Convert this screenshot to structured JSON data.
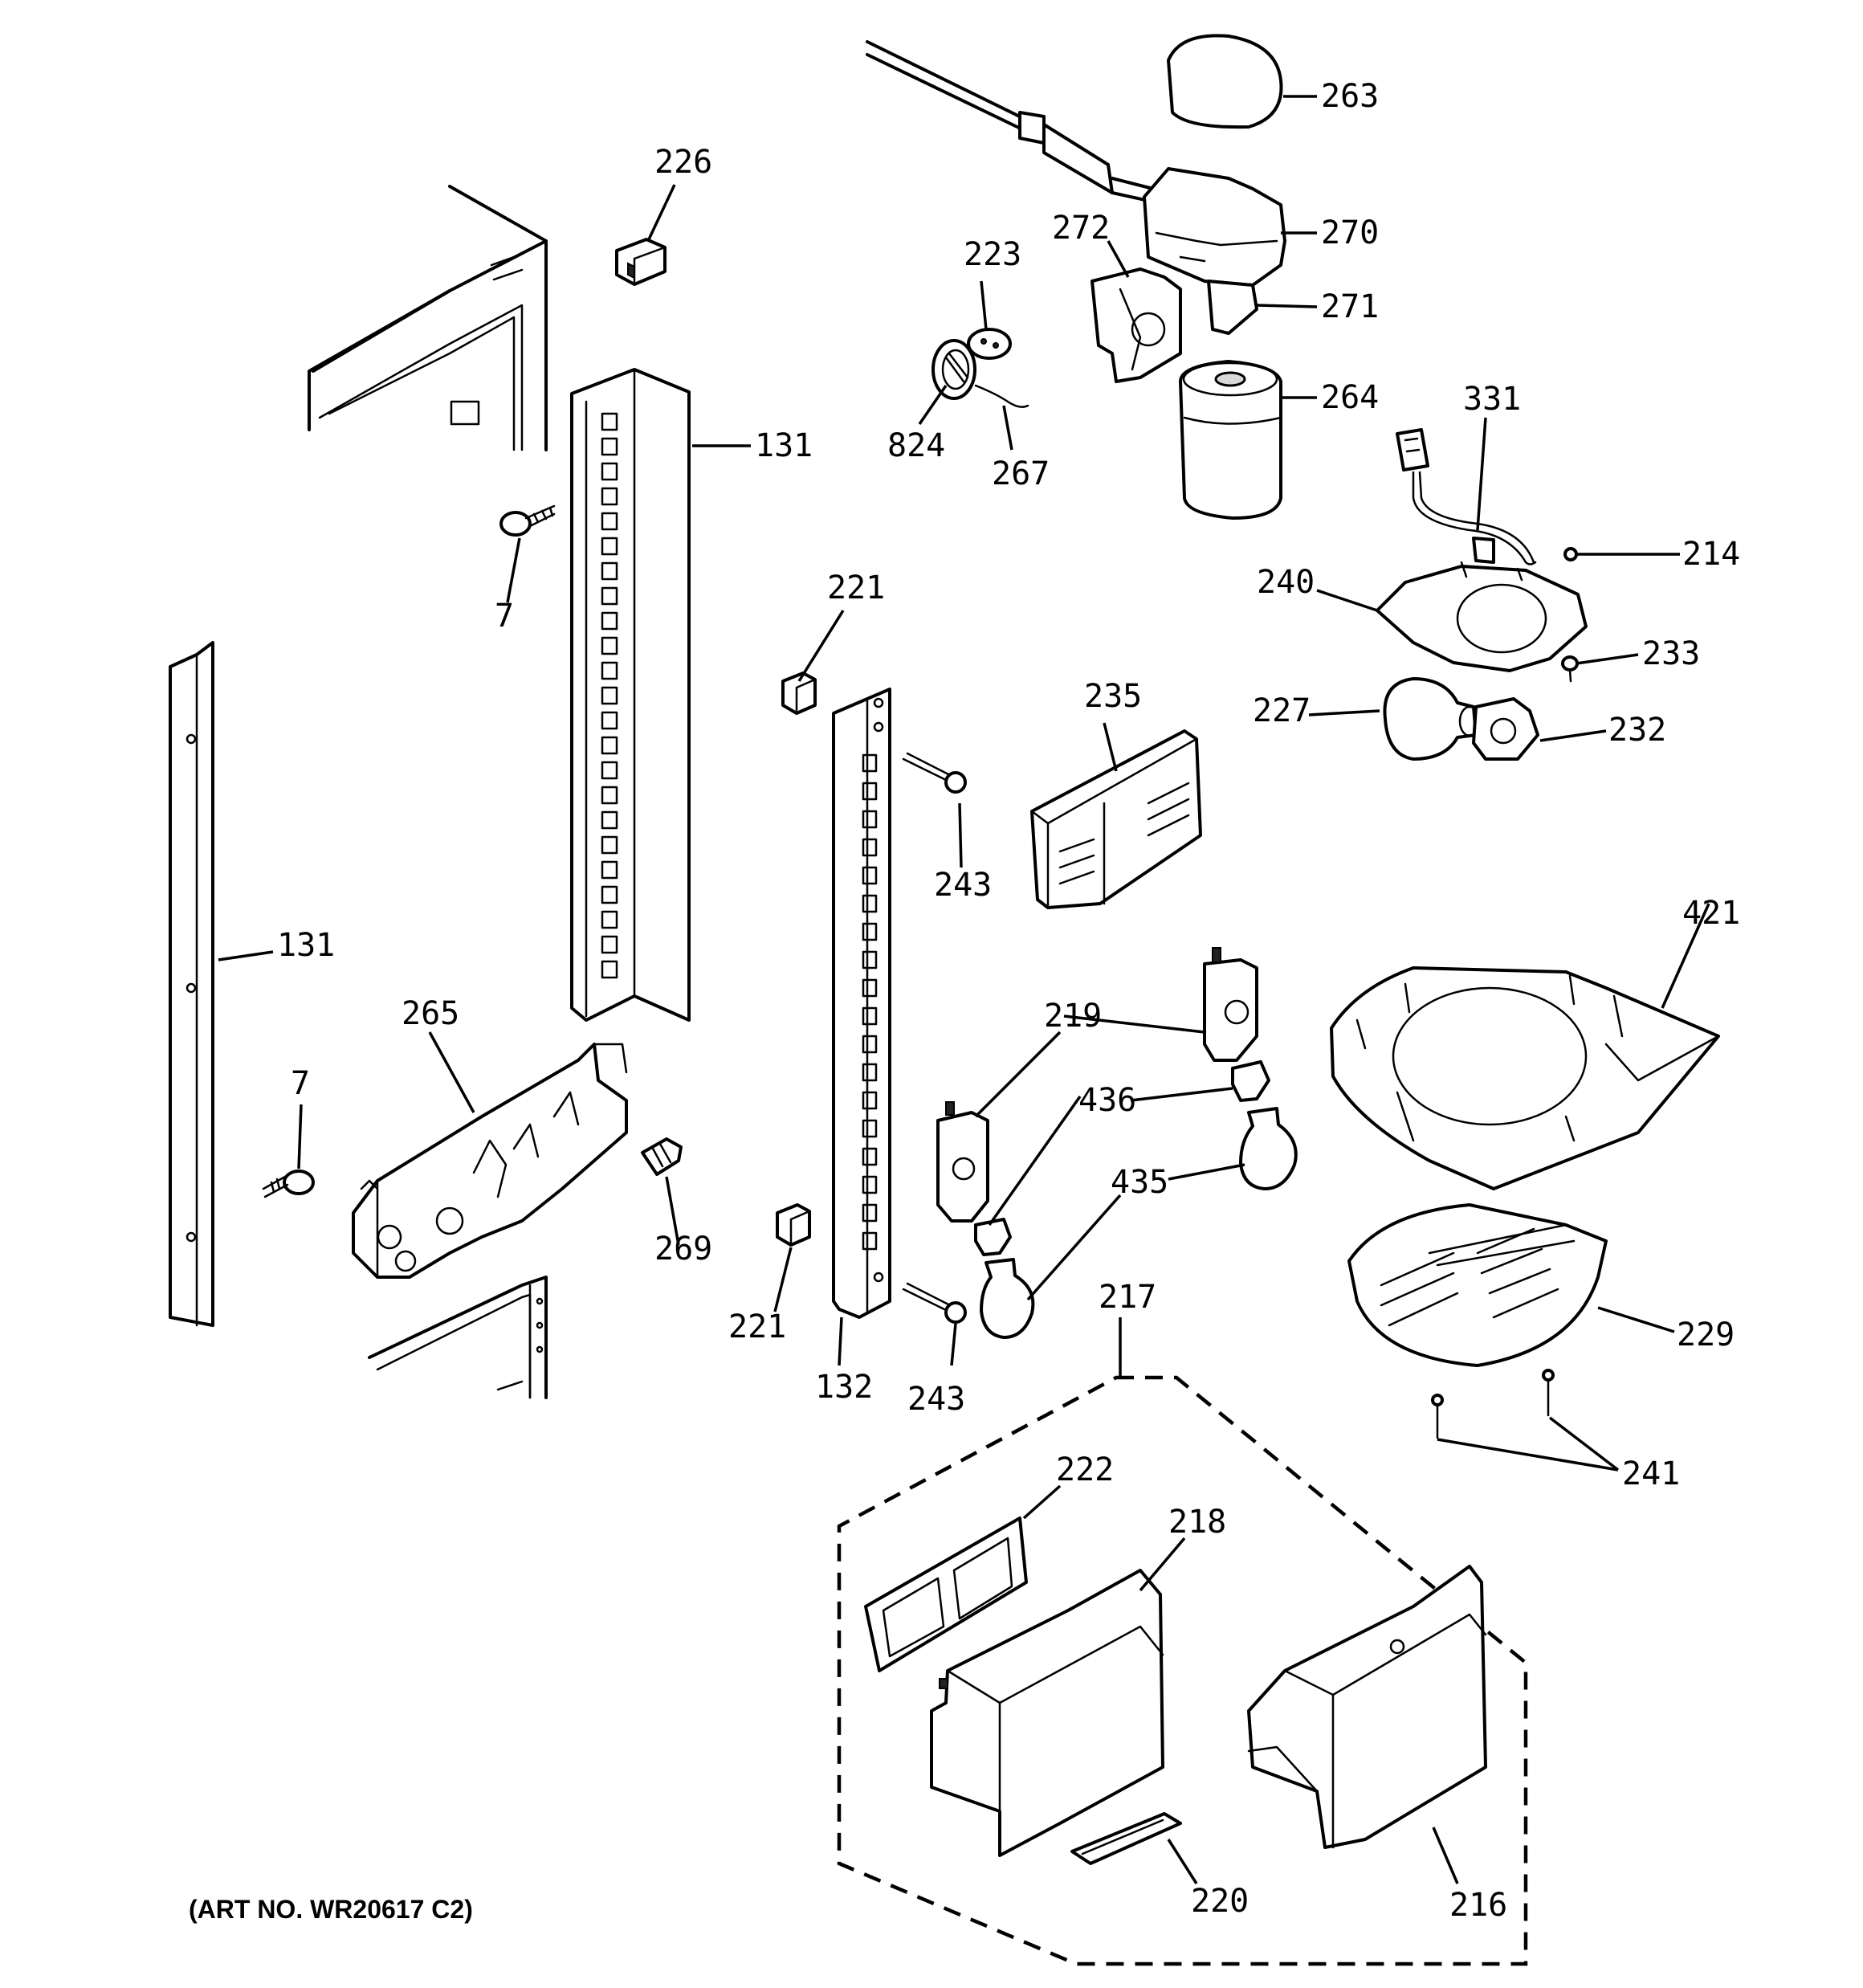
{
  "diagram": {
    "art_number": "(ART NO. WR20617 C2)",
    "callouts": [
      "263",
      "270",
      "271",
      "272",
      "223",
      "226",
      "824",
      "267",
      "264",
      "331",
      "214",
      "240",
      "233",
      "227",
      "232",
      "131",
      "7",
      "221",
      "243",
      "235",
      "421",
      "131",
      "265",
      "7",
      "269",
      "219",
      "436",
      "435",
      "221",
      "132",
      "243",
      "217",
      "229",
      "241",
      "222",
      "218",
      "220",
      "216"
    ]
  }
}
